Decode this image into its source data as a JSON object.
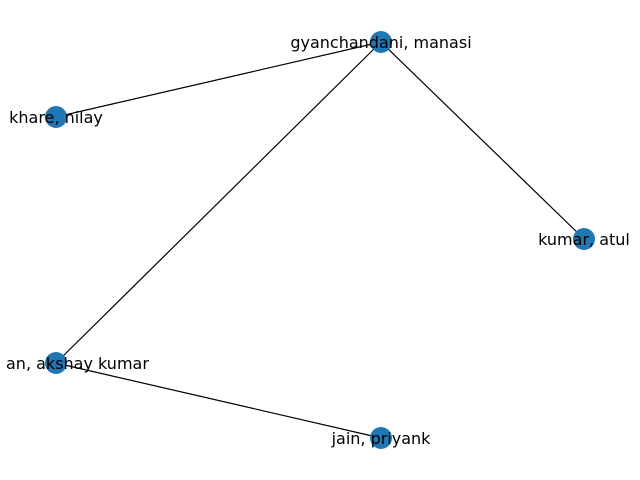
{
  "graph": {
    "node_color": "#1f77b4",
    "edge_color": "#000000",
    "nodes": [
      {
        "id": "gyanchandani",
        "label": "gyanchandani, manasi"
      },
      {
        "id": "khare",
        "label": "khare, nilay"
      },
      {
        "id": "kumar",
        "label": "kumar, atul"
      },
      {
        "id": "akshay",
        "label": "an, akshay kumar"
      },
      {
        "id": "jain",
        "label": "jain, priyank"
      }
    ],
    "edges": [
      {
        "source": "gyanchandani",
        "target": "khare"
      },
      {
        "source": "gyanchandani",
        "target": "kumar"
      },
      {
        "source": "gyanchandani",
        "target": "akshay"
      },
      {
        "source": "akshay",
        "target": "jain"
      }
    ]
  }
}
